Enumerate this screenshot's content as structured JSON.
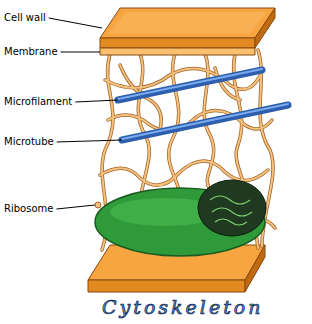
{
  "diagram": {
    "title": "Cytoskeleton",
    "labels": [
      "Cell wall",
      "Membrane",
      "Microfilament",
      "Microtube",
      "Ribosome"
    ]
  }
}
